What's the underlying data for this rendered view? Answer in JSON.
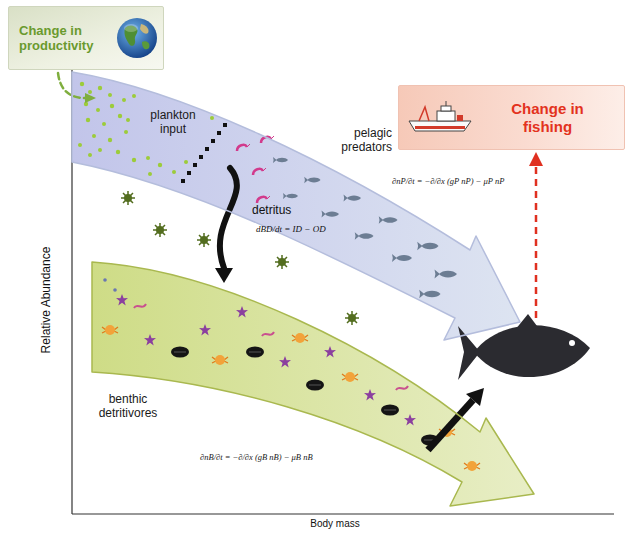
{
  "diagram": {
    "nodes": [
      {
        "text": [
          "Change in productivity"
        ]
      },
      {
        "text": [
          "Change in fishing"
        ]
      },
      {
        "text": [
          "plankton input",
          "pelagic predators",
          "∂nP/∂t = −∂/∂x (gP nP) − μP nP"
        ]
      },
      {
        "text": [
          "benthic detritivores",
          "∂nB/∂t = −∂/∂x (gB nB) − μB nB"
        ]
      }
    ],
    "edges": [
      {
        "from": 0,
        "to": 2,
        "arrow": "to"
      },
      {
        "from": 2,
        "to": 3,
        "arrow": "to",
        "label": "detritus"
      }
    ],
    "labels": [
      "dBD/dt = ID − OD",
      "Relative Abundance",
      "Body mass"
    ]
  }
}
